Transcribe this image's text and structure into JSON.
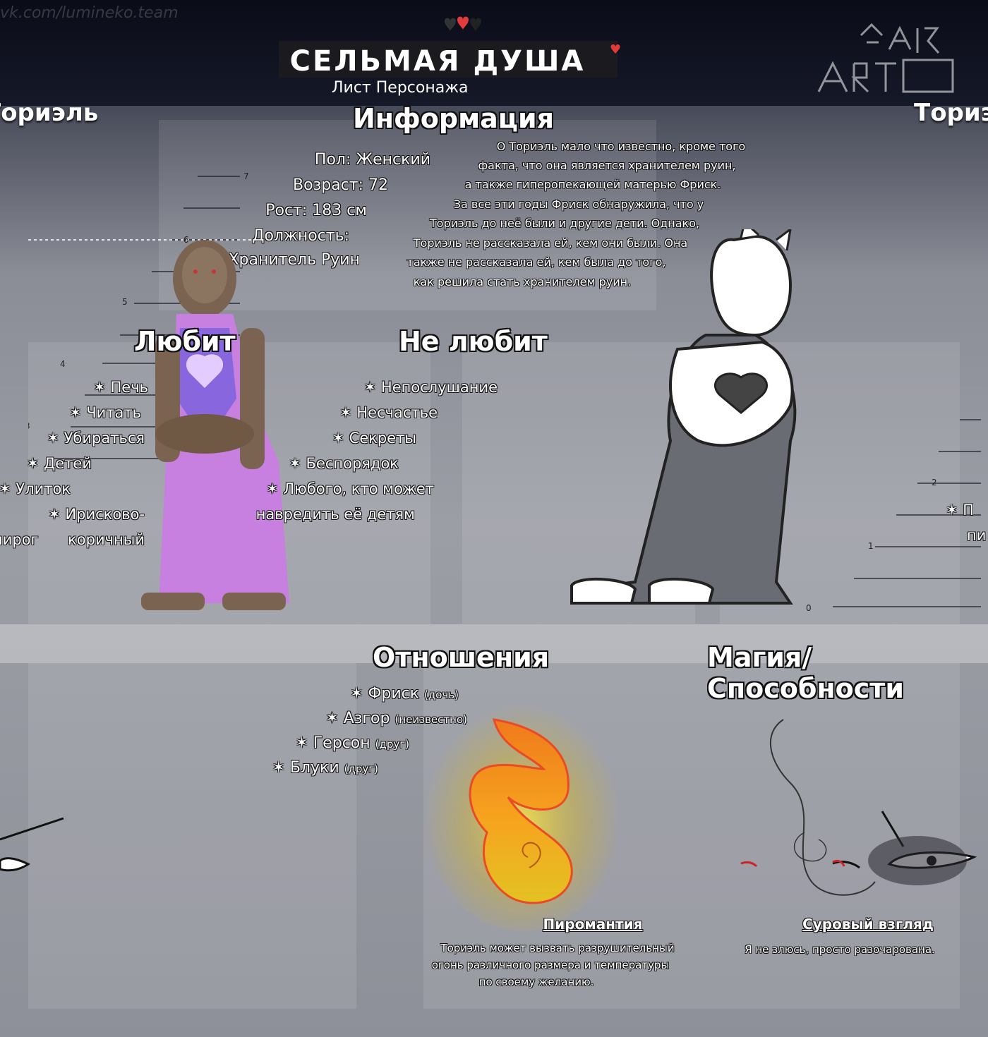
{
  "watermark": "vk.com/lumineko.team",
  "header": {
    "title": "СЕЛЬМАЯ ДУША",
    "subtitle": "Лист Персонажа"
  },
  "character": {
    "name_left": "Ториэль",
    "name_right": "Ториэль"
  },
  "info": {
    "title": "Информация",
    "lines": [
      "Пол: Женский",
      "Возраст: 72",
      "Рост: 183 см",
      "Должность:",
      "Хранитель Руин"
    ],
    "description": [
      "О Ториэль мало что известно, кроме того",
      "факта, что она является хранителем руин,",
      "а также гиперопекающей матерью Фриск.",
      "За все эти годы Фриск обнаружила, что у",
      "Ториэль до неё были и другие дети. Однако,",
      "Ториэль не рассказала ей, кем они были. Она",
      "также не рассказала ей, кем была до того,",
      "как решила стать хранителем руин."
    ]
  },
  "likes": {
    "title": "Любит",
    "items": [
      "✶ Печь",
      "✶ Читать",
      "✶ Убираться",
      "✶ Детей",
      "✶ Улиток",
      "✶ Ирисково-коричный",
      "пирог"
    ]
  },
  "dislikes": {
    "title": "Не любит",
    "items": [
      "✶ Непослушание",
      "✶ Несчастье",
      "✶ Секреты",
      "✶ Беспорядок",
      "✶ Любого, кто может",
      "навредить её детям"
    ]
  },
  "relations": {
    "title": "Отношения",
    "items": [
      {
        "name": "✶ Фриск",
        "note": "(дочь)"
      },
      {
        "name": "✶ Азгор",
        "note": "(неизвестно)"
      },
      {
        "name": "✶ Герсон",
        "note": "(друг)"
      },
      {
        "name": "✶ Блуки",
        "note": "(друг)"
      }
    ]
  },
  "magic": {
    "title": "Магия/Способности",
    "abilities": [
      {
        "name": "Пиромантия",
        "text": [
          "Ториэль может вызвать разрушительный",
          "огонь различного размера и температуры",
          "по своему желанию."
        ]
      },
      {
        "name": "Суровый взгляд",
        "text": [
          "Я не злюсь, просто разочарована."
        ]
      }
    ]
  },
  "ruler_left": [
    "7",
    "6",
    "5",
    "4",
    "3"
  ],
  "ruler_right": [
    "2",
    "1",
    "0"
  ],
  "colors": {
    "accent": "#e23b3b",
    "robe": "#c77fe0",
    "fire": "#f08a1c",
    "background": "#0d0f1c"
  }
}
